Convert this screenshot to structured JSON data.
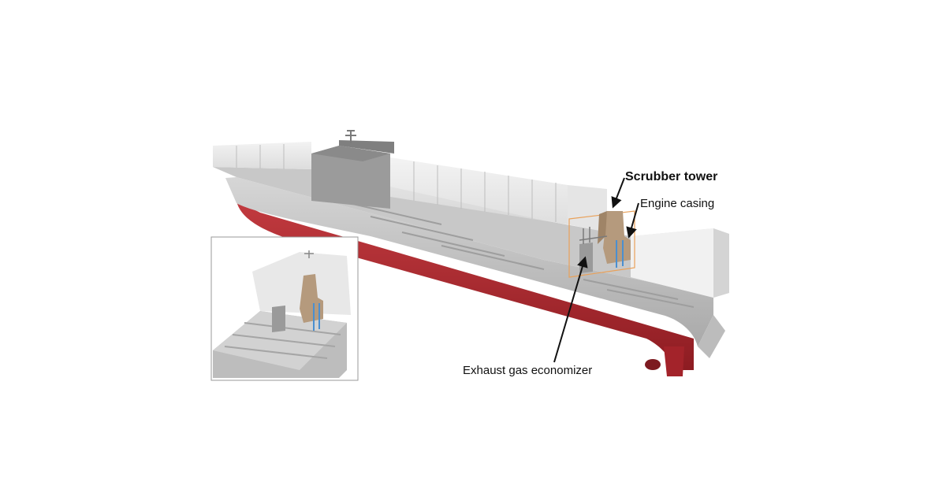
{
  "labels": {
    "scrubber_tower": "Scrubber tower",
    "engine_casing": "Engine casing",
    "exhaust_gas_economizer": "Exhaust gas economizer"
  },
  "colors": {
    "hull_red": "#a8222a",
    "deck_grey": "#b9b9b9",
    "hull_grey": "#c9c9c9",
    "scrubber_tan": "#b59a7d",
    "pipe_blue": "#4a8fd0",
    "casing_orange": "#e9a15a"
  }
}
